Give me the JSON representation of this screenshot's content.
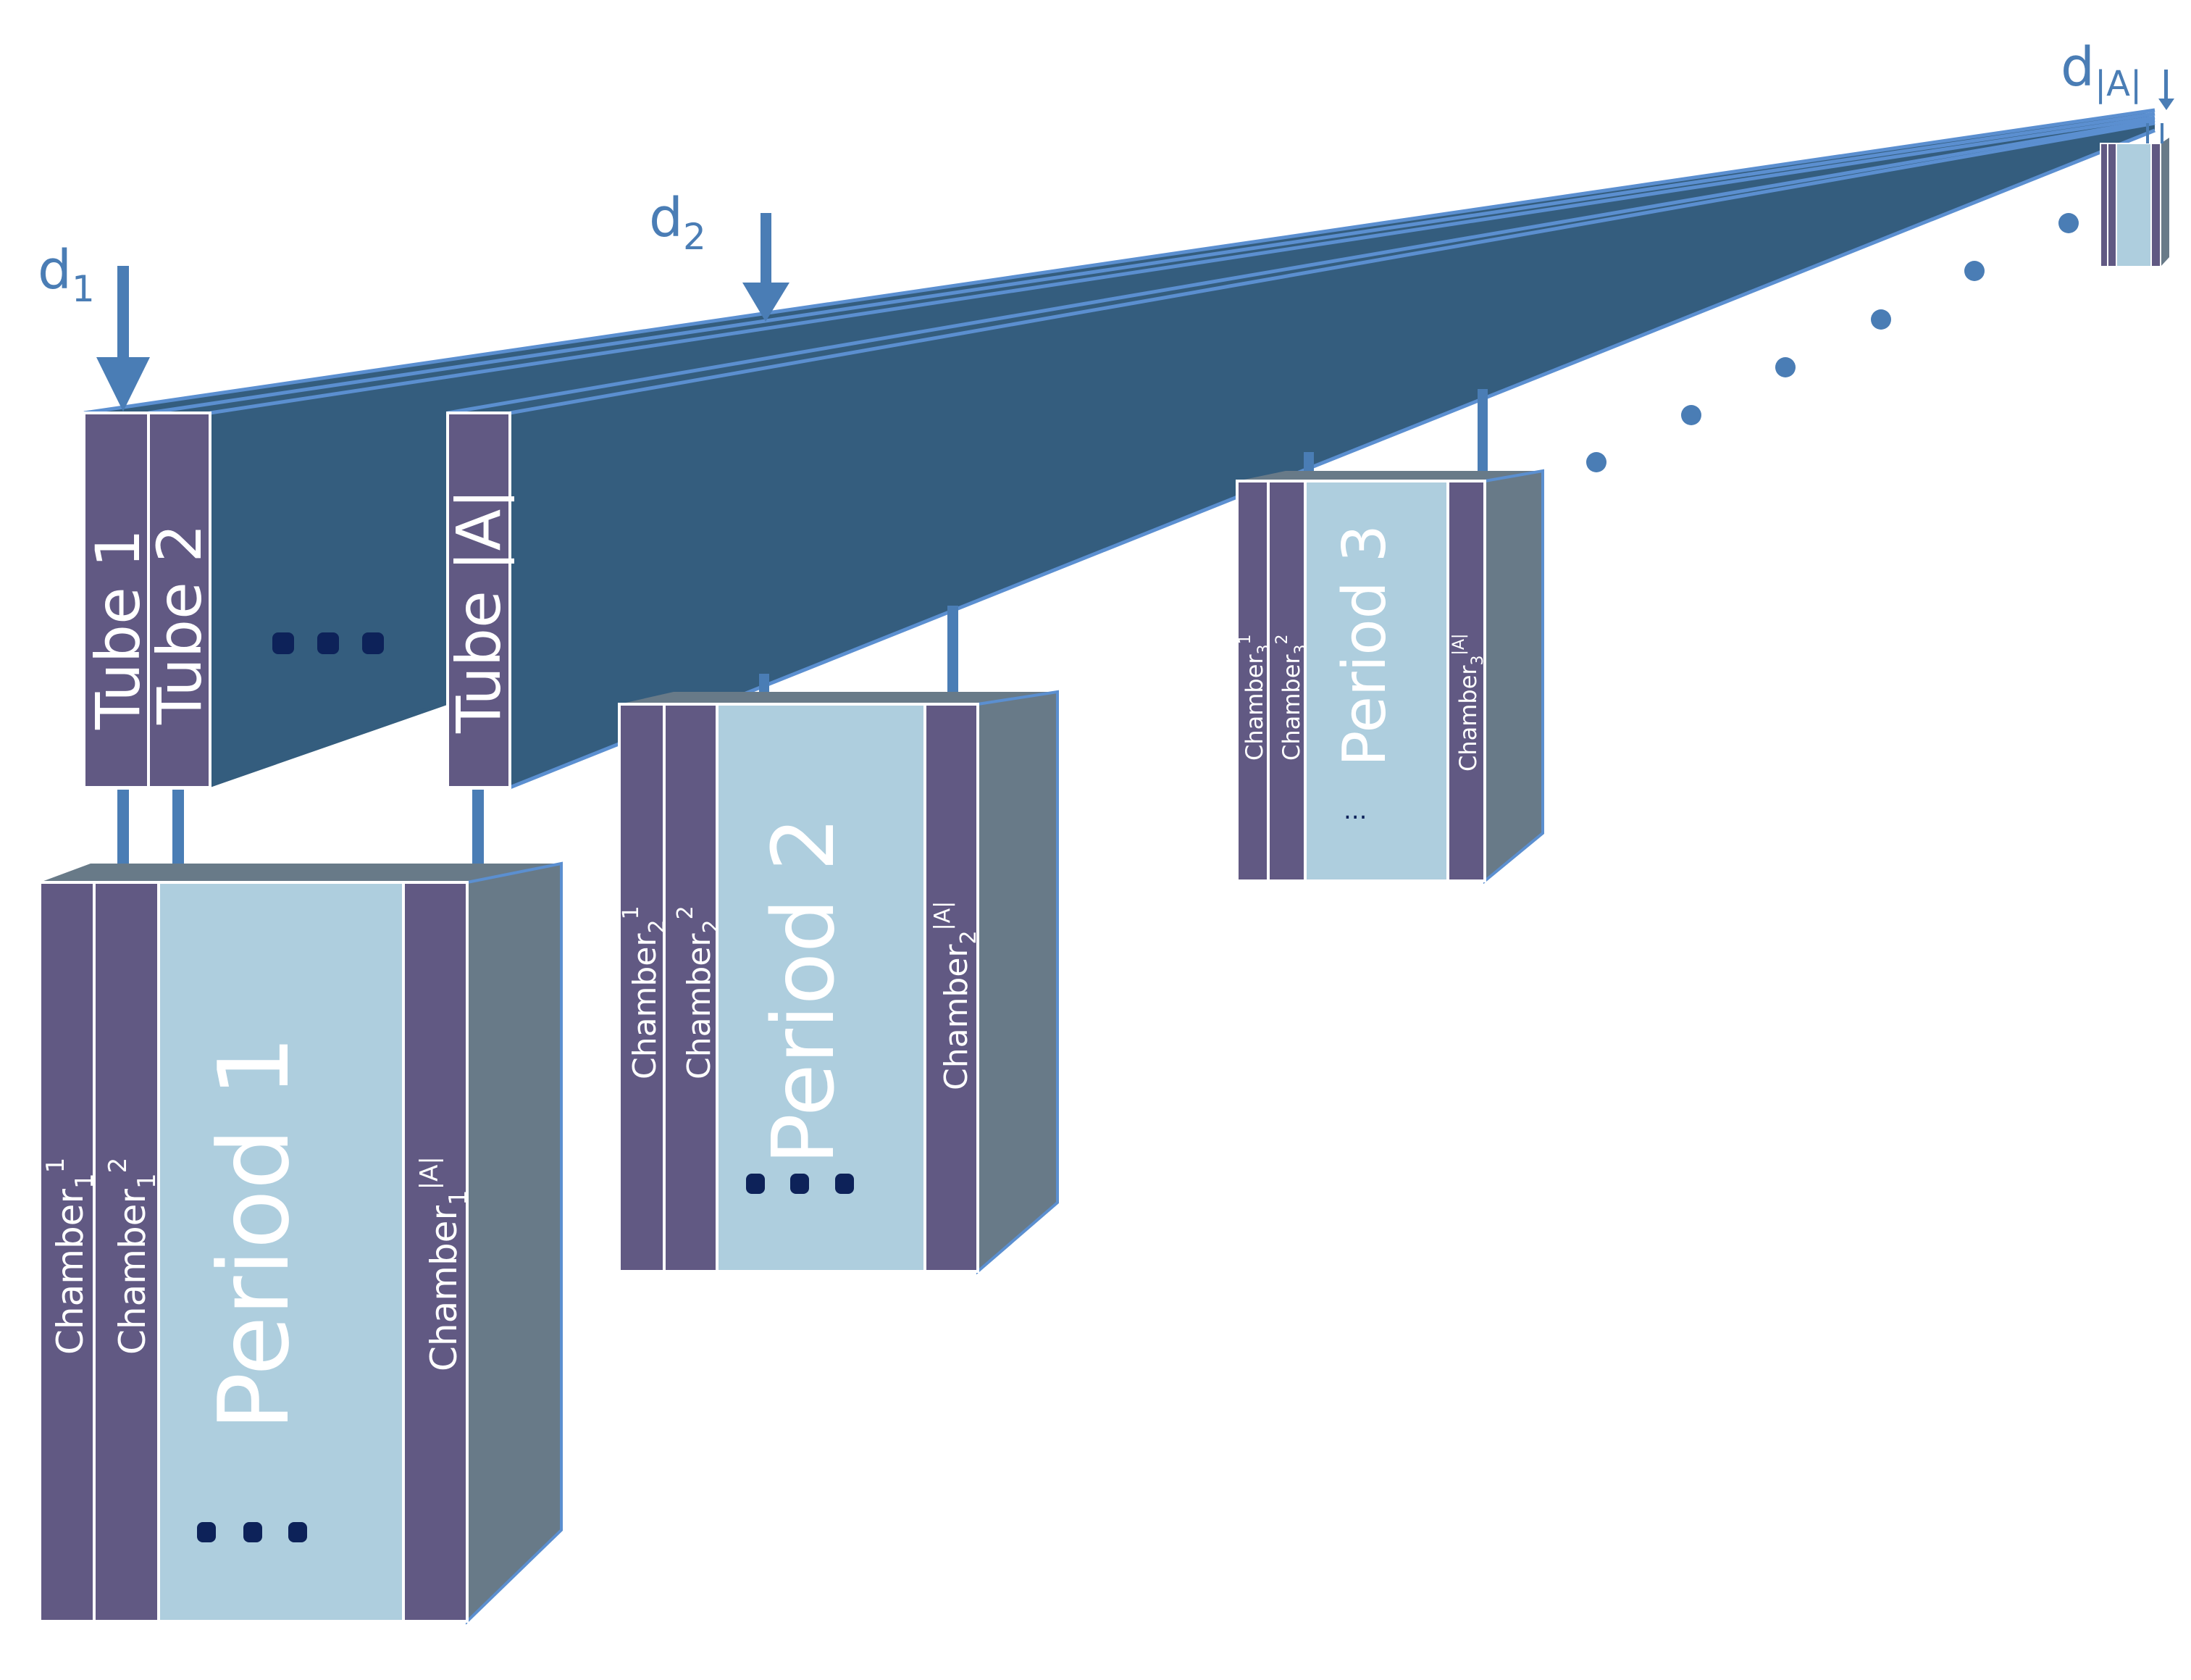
{
  "colors": {
    "tube_fill": "#345d7e",
    "tube_edge": "#5b8fd0",
    "chamber_fill": "#615983",
    "period_fill": "#aecede",
    "box_side": "#687a88",
    "connector": "#4a7db5",
    "ellipsis_dark": "#0d2259",
    "label_white": "#ffffff",
    "label_blue": "#4a7db5"
  },
  "arrows": {
    "d1": {
      "base": "d",
      "sub": "1"
    },
    "d2": {
      "base": "d",
      "sub": "2"
    },
    "dA": {
      "base": "d",
      "sub": "|A|"
    }
  },
  "tubes": {
    "tube1": "Tube 1",
    "tube2": "Tube 2",
    "tubeA": "Tube |A|",
    "ellipsis": "..."
  },
  "periods": [
    {
      "label": "Period 1",
      "chambers": [
        {
          "base": "Chamber",
          "sub": "1",
          "sup": "1"
        },
        {
          "base": "Chamber",
          "sub": "1",
          "sup": "2"
        },
        {
          "base": "Chamber",
          "sub": "1",
          "sup": "|A|"
        }
      ],
      "ellipsis": "..."
    },
    {
      "label": "Period 2",
      "chambers": [
        {
          "base": "Chamber",
          "sub": "2",
          "sup": "1"
        },
        {
          "base": "Chamber",
          "sub": "2",
          "sup": "2"
        },
        {
          "base": "Chamber",
          "sub": "2",
          "sup": "|A|"
        }
      ],
      "ellipsis": "..."
    },
    {
      "label": "Period 3",
      "chambers": [
        {
          "base": "Chamber",
          "sub": "3",
          "sup": "1"
        },
        {
          "base": "Chamber",
          "sub": "3",
          "sup": "2"
        },
        {
          "base": "Chamber",
          "sub": "3",
          "sup": "|A|"
        }
      ],
      "ellipsis": "..."
    }
  ]
}
